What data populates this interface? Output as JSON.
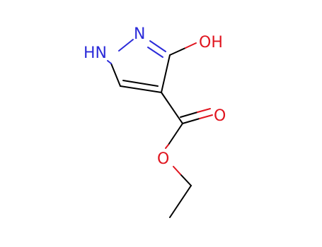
{
  "molecule": {
    "atoms": {
      "nh": "HN",
      "n": "N",
      "oh": "OH",
      "o_carbonyl": "O",
      "o_ester": "O"
    },
    "colors": {
      "bond": "#000000",
      "nitrogen": "#2b2bd9",
      "oxygen": "#e0141e"
    }
  }
}
